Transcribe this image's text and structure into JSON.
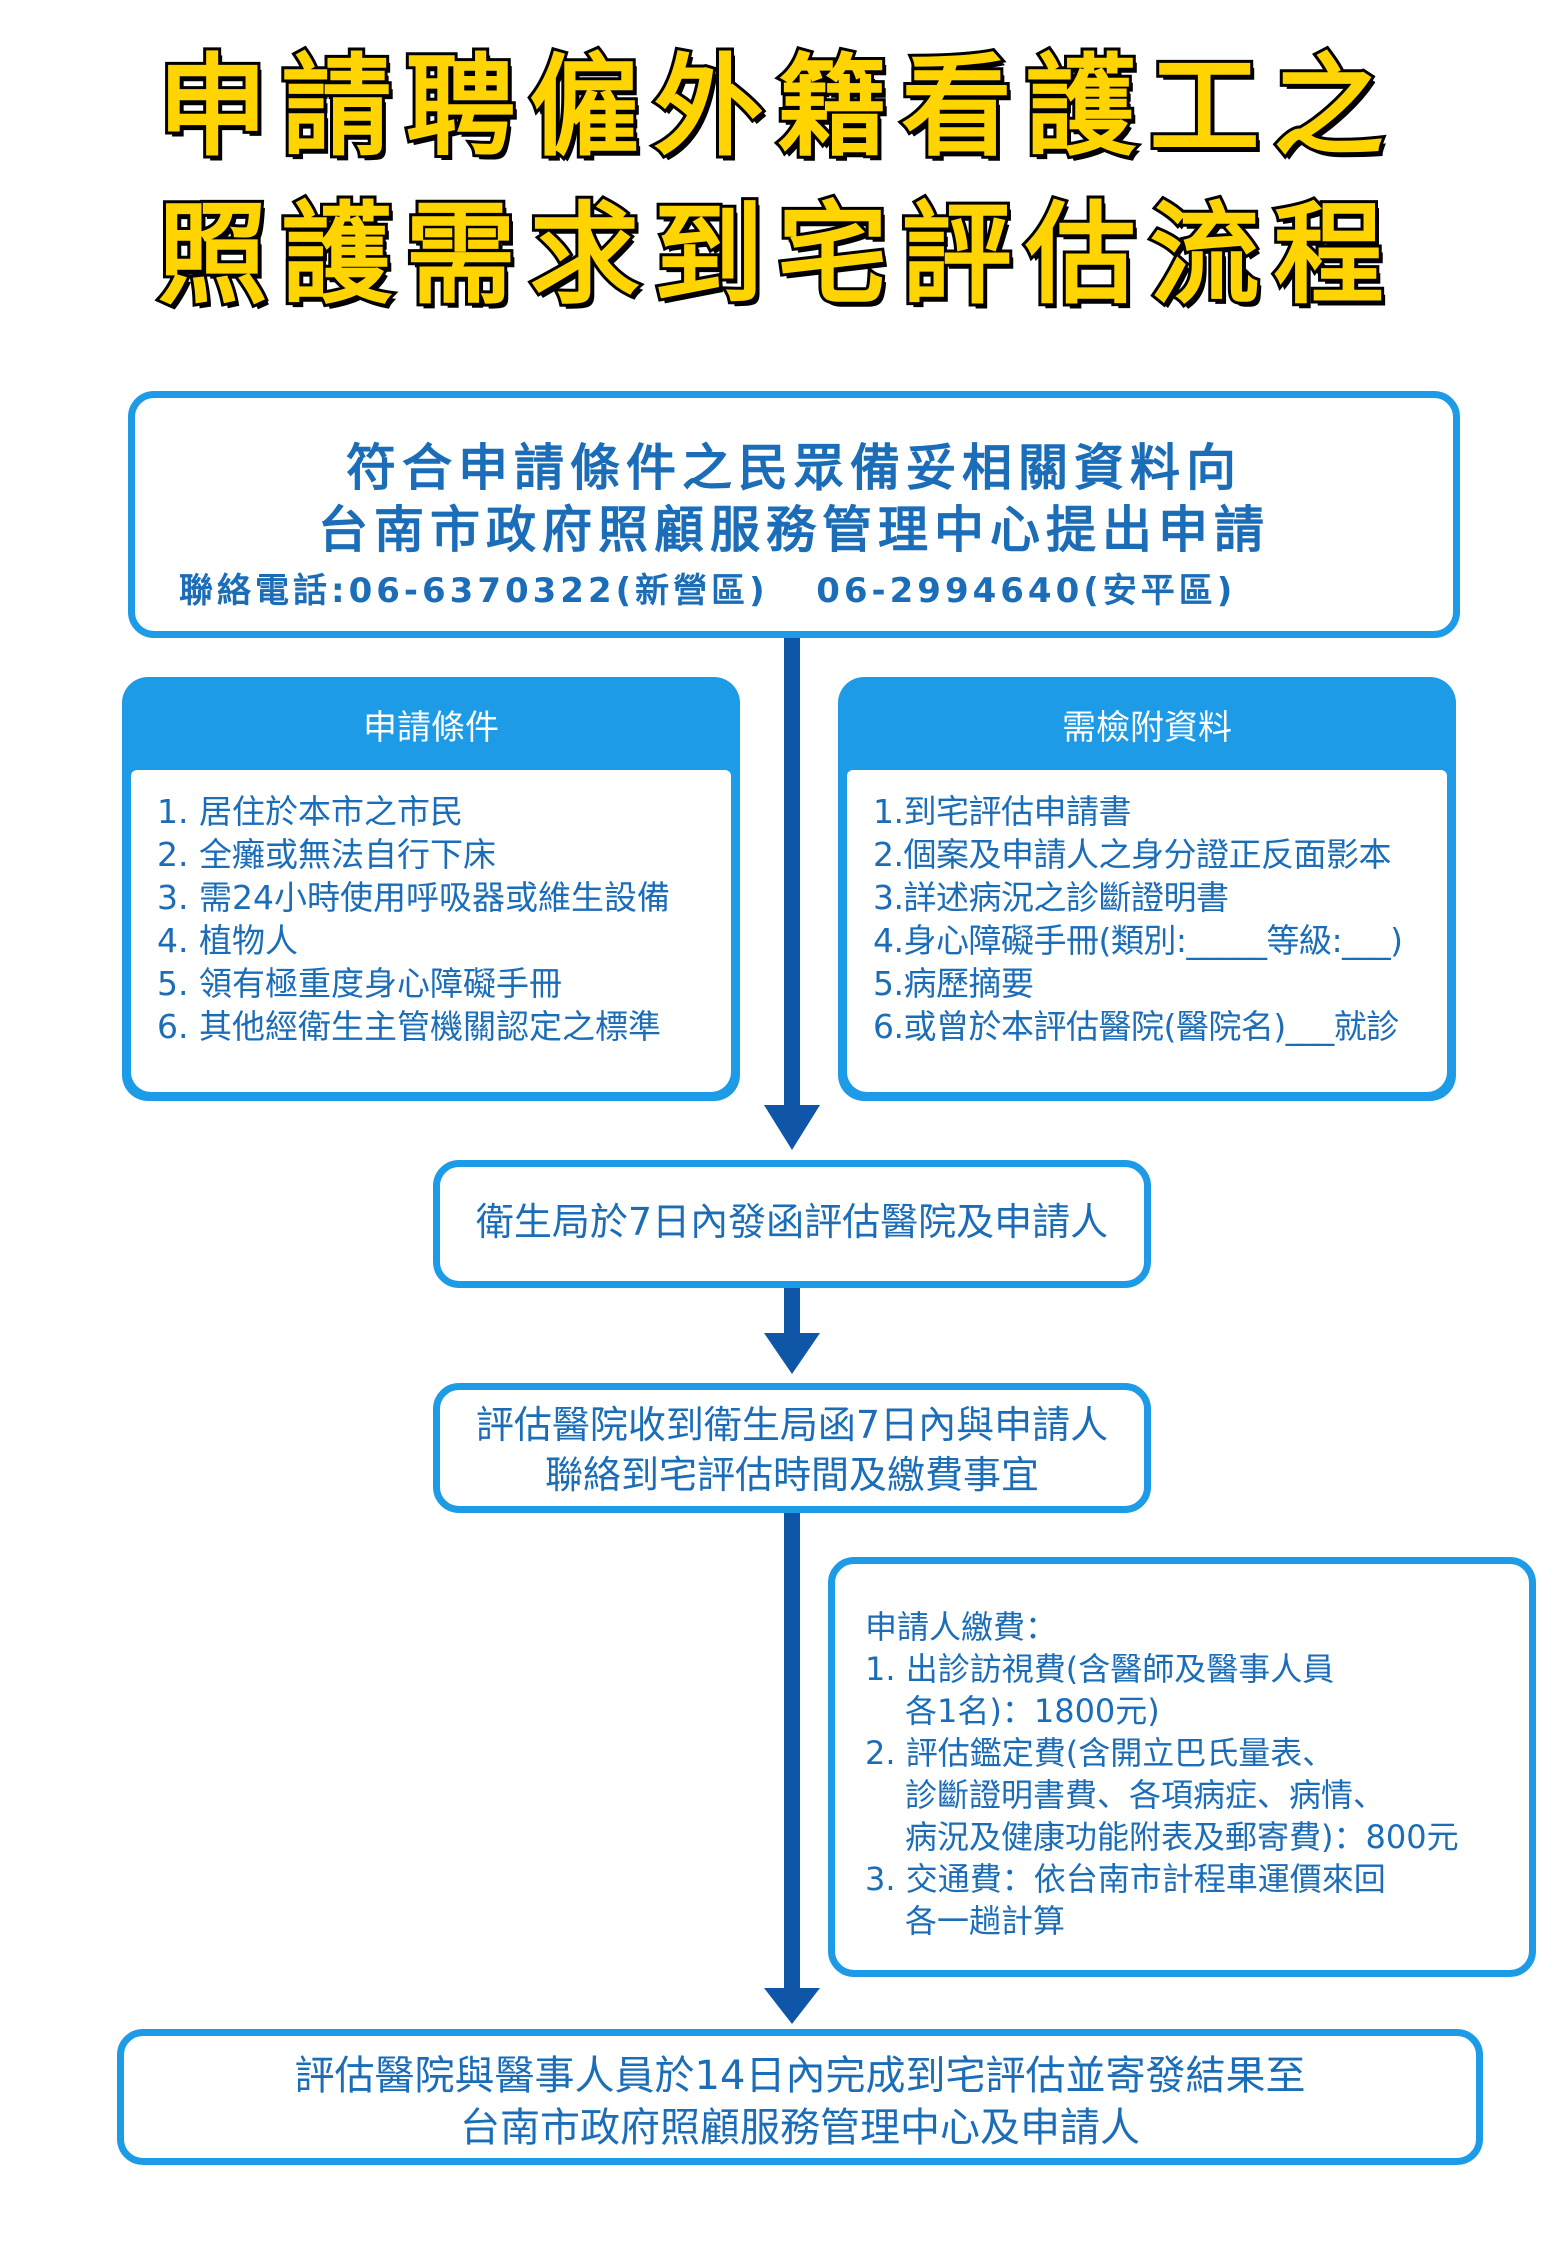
{
  "title": {
    "line1": "申請聘僱外籍看護工之",
    "line2": "照護需求到宅評估流程"
  },
  "application": {
    "line1": "符合申請條件之民眾備妥相關資料向",
    "line2": "台南市政府照顧服務管理中心提出申請",
    "phone": "聯絡電話:06-6370322(新營區)   06-2994640(安平區)"
  },
  "conditions": {
    "header": "申請條件",
    "items": [
      "1. 居住於本市之市民",
      "2. 全癱或無法自行下床",
      "3. 需24小時使用呼吸器或維生設備",
      "4. 植物人",
      "5. 領有極重度身心障礙手冊",
      "6. 其他經衛生主管機關認定之標準"
    ]
  },
  "documents": {
    "header": "需檢附資料",
    "items": [
      "1.到宅評估申請書",
      "2.個案及申請人之身分證正反面影本",
      "3.詳述病況之診斷證明書",
      "4.身心障礙手冊(類別:_____等級:___)",
      "5.病歷摘要",
      "6.或曾於本評估醫院(醫院名)___就診"
    ]
  },
  "steps": {
    "step1": "衛生局於7日內發函評估醫院及申請人",
    "step2_line1": "評估醫院收到衛生局函7日內與申請人",
    "step2_line2": "聯絡到宅評估時間及繳費事宜"
  },
  "fees": {
    "title": "申請人繳費：",
    "lines": [
      "1. 出診訪視費(含醫師及醫事人員",
      "各1名)：1800元)",
      "2. 評估鑑定費(含開立巴氏量表、",
      "診斷證明書費、各項病症、病情、",
      "病況及健康功能附表及郵寄費)：800元",
      "3. 交通費：依台南市計程車運價來回",
      "各一趟計算"
    ]
  },
  "final": {
    "line1": "評估醫院與醫事人員於14日內完成到宅評估並寄發結果至",
    "line2": "台南市政府照顧服務管理中心及申請人"
  },
  "colors": {
    "title_fill": "#FFD400",
    "box_border": "#1E9BE6",
    "text": "#1B6DB8",
    "arrow": "#0F55A8"
  }
}
